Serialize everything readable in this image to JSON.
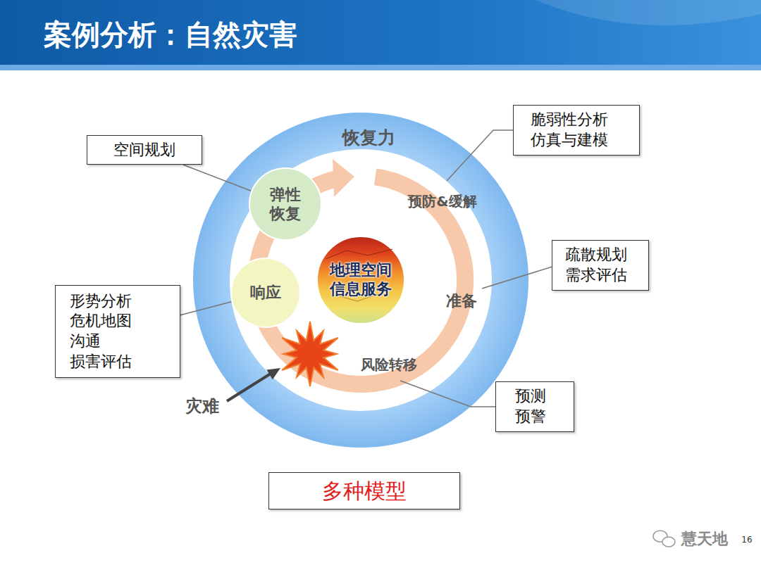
{
  "diagram": {
    "title": "案例分析：自然灾害",
    "nodes": [
      {
        "text": [
          "空间规划"
        ]
      },
      {
        "text": [
          "脆弱性分析 仿真与建模"
        ]
      },
      {
        "text": [
          "弹性 恢复"
        ]
      },
      {
        "text": [
          "响应"
        ]
      },
      {
        "text": [
          "地理空间 信息服务"
        ]
      },
      {
        "text": [
          "疏散规划 需求评估"
        ]
      },
      {
        "text": [
          "形势分析 危机地图 沟通 损害评估"
        ]
      },
      {
        "text": [
          "预测 预警"
        ]
      },
      {
        "text": [
          "多种模型"
        ]
      }
    ],
    "edges": [
      {
        "from": 0,
        "to": 2,
        "arrow": "none"
      },
      {
        "from": 6,
        "to": 3,
        "arrow": "none"
      }
    ],
    "labels": [
      "恢复力",
      "预防&缓解",
      "准备",
      "风险转移",
      "灾难",
      "16",
      "慧天地"
    ]
  }
}
